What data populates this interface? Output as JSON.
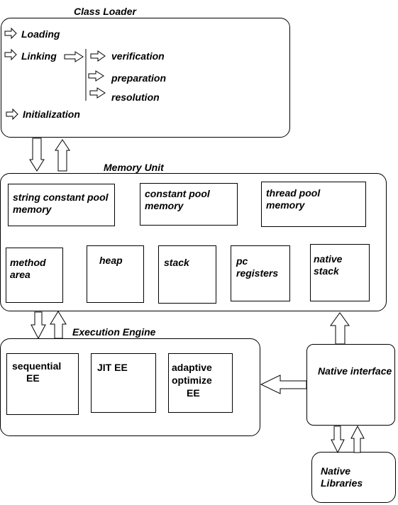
{
  "class_loader": {
    "title": "Class Loader",
    "loading": "Loading",
    "linking": "Linking",
    "verification": "verification",
    "preparation": "preparation",
    "resolution": "resolution",
    "initialization": "Initialization"
  },
  "memory_unit": {
    "title": "Memory Unit",
    "string_constant_pool_line1": "string constant pool",
    "string_constant_pool_line2": "memory",
    "constant_pool_line1": "constant pool",
    "constant_pool_line2": "memory",
    "thread_pool_line1": "thread pool",
    "thread_pool_line2": "memory",
    "method_area_line1": "method",
    "method_area_line2": "area",
    "heap": "heap",
    "stack": "stack",
    "pc_registers_line1": "pc",
    "pc_registers_line2": "registers",
    "native_stack_line1": "native",
    "native_stack_line2": "stack"
  },
  "execution_engine": {
    "title": "Execution Engine",
    "sequential_line1": "sequential",
    "sequential_line2": "EE",
    "jit": "JIT EE",
    "adaptive_line1": "adaptive",
    "adaptive_line2": "optimize",
    "adaptive_line3": "EE"
  },
  "native_interface": {
    "label": "Native interface"
  },
  "native_libraries": {
    "line1": "Native",
    "line2": "Libraries"
  }
}
